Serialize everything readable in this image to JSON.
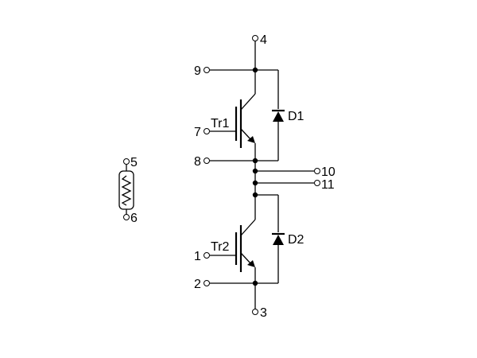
{
  "terminals": {
    "t1": "1",
    "t2": "2",
    "t3": "3",
    "t4": "4",
    "t5": "5",
    "t6": "6",
    "t7": "7",
    "t8": "8",
    "t9": "9",
    "t10": "10",
    "t11": "11"
  },
  "components": {
    "tr1": "Tr1",
    "tr2": "Tr2",
    "d1": "D1",
    "d2": "D2"
  },
  "colors": {
    "line": "#000000",
    "background": "#ffffff"
  }
}
